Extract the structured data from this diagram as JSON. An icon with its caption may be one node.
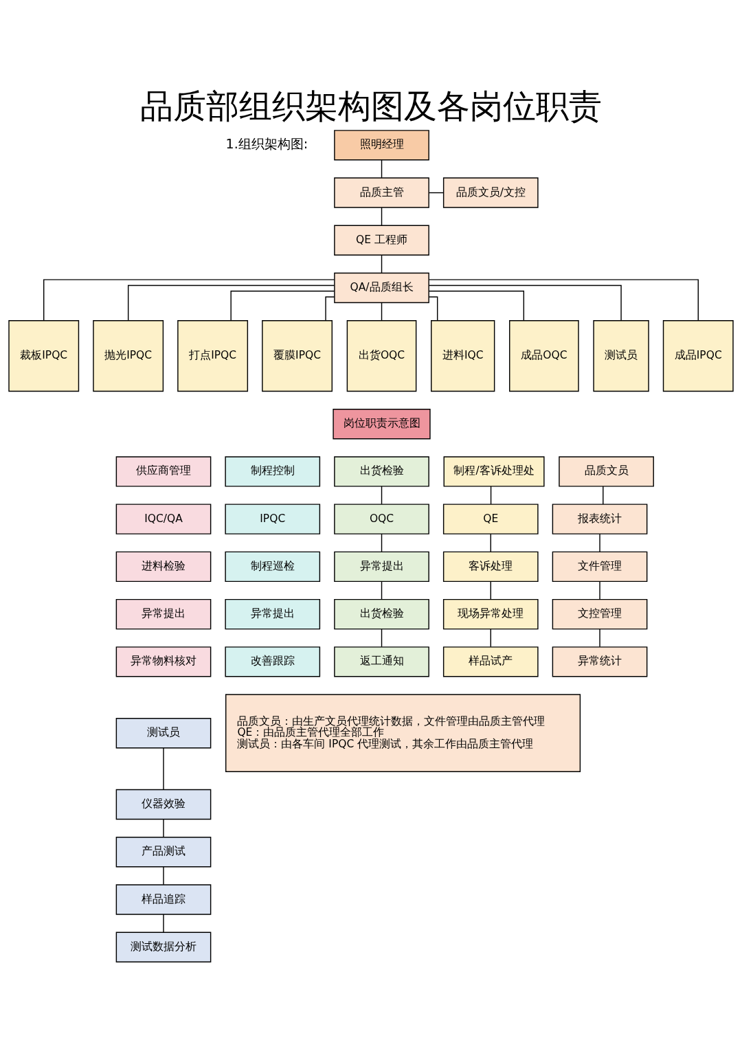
{
  "diagram": {
    "title": "品质部组织架构图及各岗位职责",
    "nodes": [
      {
        "text": [
          "照明经理"
        ]
      },
      {
        "text": [
          "品质主管"
        ]
      },
      {
        "text": [
          "品质文员/文控"
        ]
      },
      {
        "text": [
          "QE 工程师"
        ]
      },
      {
        "text": [
          "QA/品质组长"
        ]
      },
      {
        "text": [
          "裁板IPQC"
        ]
      },
      {
        "text": [
          "抛光IPQC"
        ]
      },
      {
        "text": [
          "打点IPQC"
        ]
      },
      {
        "text": [
          "覆膜IPQC"
        ]
      },
      {
        "text": [
          "出货OQC"
        ]
      },
      {
        "text": [
          "进料IQC"
        ]
      },
      {
        "text": [
          "成品OQC"
        ]
      },
      {
        "text": [
          "测试员"
        ]
      },
      {
        "text": [
          "成品IPQC"
        ]
      },
      {
        "text": [
          "岗位职责示意图"
        ]
      },
      {
        "text": [
          "供应商管理"
        ]
      },
      {
        "text": [
          "IQC/QA"
        ]
      },
      {
        "text": [
          "进料检验"
        ]
      },
      {
        "text": [
          "异常提出"
        ]
      },
      {
        "text": [
          "异常物料核对"
        ]
      },
      {
        "text": [
          "制程控制"
        ]
      },
      {
        "text": [
          "IPQC"
        ]
      },
      {
        "text": [
          "制程巡检"
        ]
      },
      {
        "text": [
          "异常提出"
        ]
      },
      {
        "text": [
          "改善跟踪"
        ]
      },
      {
        "text": [
          "出货检验"
        ]
      },
      {
        "text": [
          "OQC"
        ]
      },
      {
        "text": [
          "异常提出"
        ]
      },
      {
        "text": [
          "出货检验"
        ]
      },
      {
        "text": [
          "返工通知"
        ]
      },
      {
        "text": [
          "制程/客诉处理处"
        ]
      },
      {
        "text": [
          "QE"
        ]
      },
      {
        "text": [
          "客诉处理"
        ]
      },
      {
        "text": [
          "现场异常处理"
        ]
      },
      {
        "text": [
          "样品试产"
        ]
      },
      {
        "text": [
          "品质文员"
        ]
      },
      {
        "text": [
          "报表统计"
        ]
      },
      {
        "text": [
          "文件管理"
        ]
      },
      {
        "text": [
          "文控管理"
        ]
      },
      {
        "text": [
          "异常统计"
        ]
      },
      {
        "text": [
          "测试员"
        ]
      },
      {
        "text": [
          "仪器效验"
        ]
      },
      {
        "text": [
          "产品测试"
        ]
      },
      {
        "text": [
          "样品追踪"
        ]
      },
      {
        "text": [
          "测试数据分析"
        ]
      },
      {
        "text": [
          "品质文员：由生产文员代理统计数据，文件管理由品质主管代理",
          "QE：由品质主管代理全部工作",
          "测试员：由各车间 IPQC 代理测试，其余工作由品质主管代理"
        ]
      }
    ],
    "edges": [
      {
        "from": 0,
        "to": 1,
        "arrow": "none"
      },
      {
        "from": 1,
        "to": 3,
        "arrow": "none"
      },
      {
        "from": 1,
        "to": 2,
        "arrow": "none"
      },
      {
        "from": 3,
        "to": 4,
        "arrow": "none"
      },
      {
        "from": 4,
        "to": 5,
        "arrow": "none"
      },
      {
        "from": 4,
        "to": 6,
        "arrow": "none"
      },
      {
        "from": 4,
        "to": 7,
        "arrow": "none"
      },
      {
        "from": 4,
        "to": 8,
        "arrow": "none"
      },
      {
        "from": 4,
        "to": 9,
        "arrow": "none"
      },
      {
        "from": 4,
        "to": 10,
        "arrow": "none"
      },
      {
        "from": 4,
        "to": 11,
        "arrow": "none"
      },
      {
        "from": 4,
        "to": 12,
        "arrow": "none"
      },
      {
        "from": 4,
        "to": 13,
        "arrow": "none"
      },
      {
        "from": 25,
        "to": 26,
        "arrow": "none"
      },
      {
        "from": 26,
        "to": 27,
        "arrow": "none"
      },
      {
        "from": 27,
        "to": 28,
        "arrow": "none"
      },
      {
        "from": 28,
        "to": 29,
        "arrow": "none"
      },
      {
        "from": 30,
        "to": 31,
        "arrow": "none"
      },
      {
        "from": 31,
        "to": 32,
        "arrow": "none"
      },
      {
        "from": 32,
        "to": 33,
        "arrow": "none"
      },
      {
        "from": 33,
        "to": 34,
        "arrow": "none"
      },
      {
        "from": 35,
        "to": 36,
        "arrow": "none"
      },
      {
        "from": 36,
        "to": 37,
        "arrow": "none"
      },
      {
        "from": 37,
        "to": 38,
        "arrow": "none"
      },
      {
        "from": 38,
        "to": 39,
        "arrow": "none"
      },
      {
        "from": 40,
        "to": 41,
        "arrow": "none"
      },
      {
        "from": 41,
        "to": 42,
        "arrow": "none"
      },
      {
        "from": 42,
        "to": 43,
        "arrow": "none"
      },
      {
        "from": 43,
        "to": 44,
        "arrow": "none"
      }
    ],
    "labels": [
      "1.组织架构图:"
    ]
  }
}
